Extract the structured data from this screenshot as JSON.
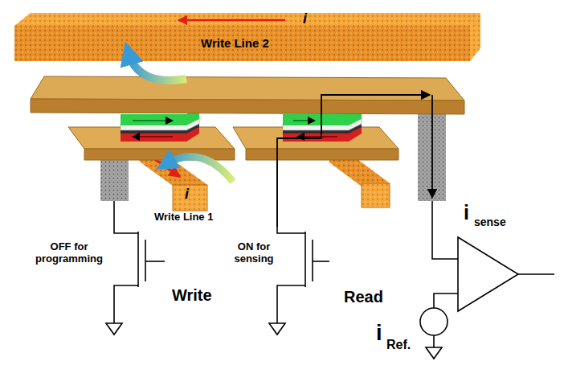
{
  "diagram": {
    "nodes": [
      {
        "text": [
          "i",
          "Write Line 2"
        ]
      },
      {
        "text": [
          "i",
          "Write Line 1"
        ]
      }
    ],
    "labels": [
      "OFF for programming",
      "ON for sensing",
      "Write",
      "Read",
      "i",
      "sense",
      "i",
      "Ref."
    ]
  }
}
